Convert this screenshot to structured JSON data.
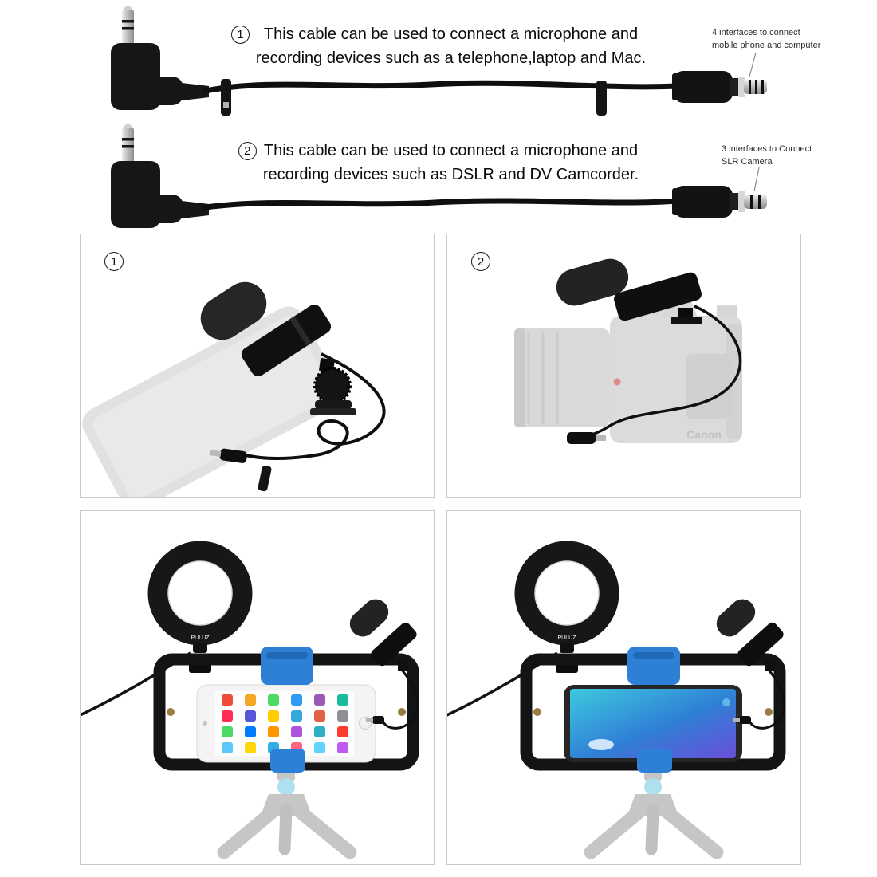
{
  "colors": {
    "rig_blue": "#2e7fd6",
    "tripod_ball_cyan": "#93d6e8",
    "cable_black": "#0f0f0f",
    "panel_border": "#c9c9c9"
  },
  "cable1": {
    "number": "1",
    "desc_line1": "This cable can be used to connect a microphone and",
    "desc_line2": "recording devices such as a telephone,laptop and Mac.",
    "annotation_line1": "4 interfaces to connect",
    "annotation_line2": "mobile phone and computer"
  },
  "cable2": {
    "number": "2",
    "desc_line1": "This cable can be used to connect a microphone and",
    "desc_line2": "recording devices such as DSLR and DV Camcorder.",
    "annotation_line1": "3 interfaces to Connect",
    "annotation_line2": "SLR Camera"
  },
  "panels": {
    "phone_mic_label": "1",
    "dslr_mic_label": "2",
    "camera_brand": "Canon",
    "ringlight_brand": "PULUZ"
  }
}
